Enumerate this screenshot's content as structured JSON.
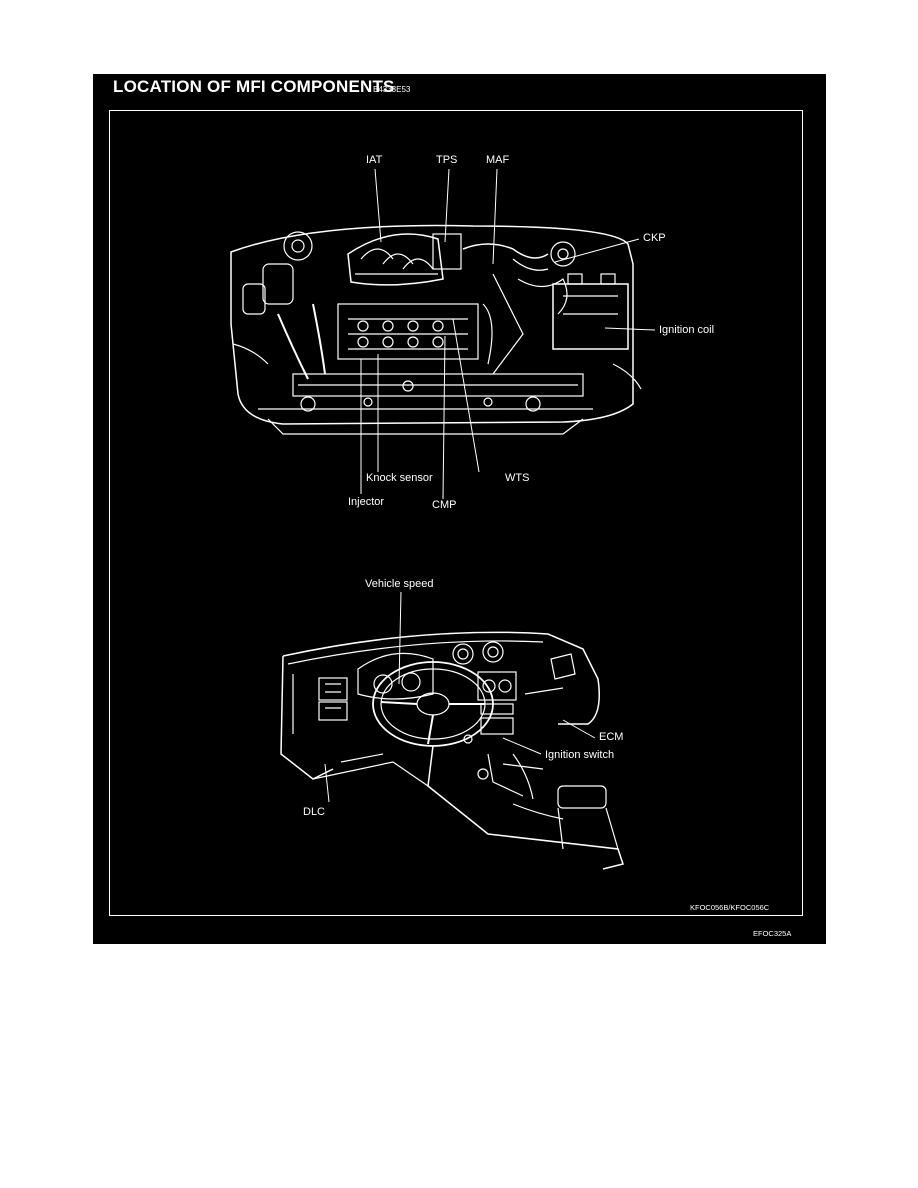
{
  "title": "LOCATION OF MFI COMPONENTS",
  "title_code": "E4333E53",
  "engine_labels": {
    "iat": "IAT",
    "tps": "TPS",
    "maf": "MAF",
    "ckp": "CKP",
    "ignition_coil": "Ignition coil",
    "knock_sensor": "Knock sensor",
    "wts": "WTS",
    "injector": "Injector",
    "cmp": "CMP"
  },
  "cabin_labels": {
    "vehicle_speed": "Vehicle speed",
    "ecm": "ECM",
    "ignition_switch": "Ignition switch",
    "dlc": "DLC"
  },
  "figure_code": "KFOC056B/KFOC056C",
  "page_code": "EFOC325A",
  "colors": {
    "sheet": "#000000",
    "ink": "#ffffff",
    "page": "#ffffff"
  }
}
